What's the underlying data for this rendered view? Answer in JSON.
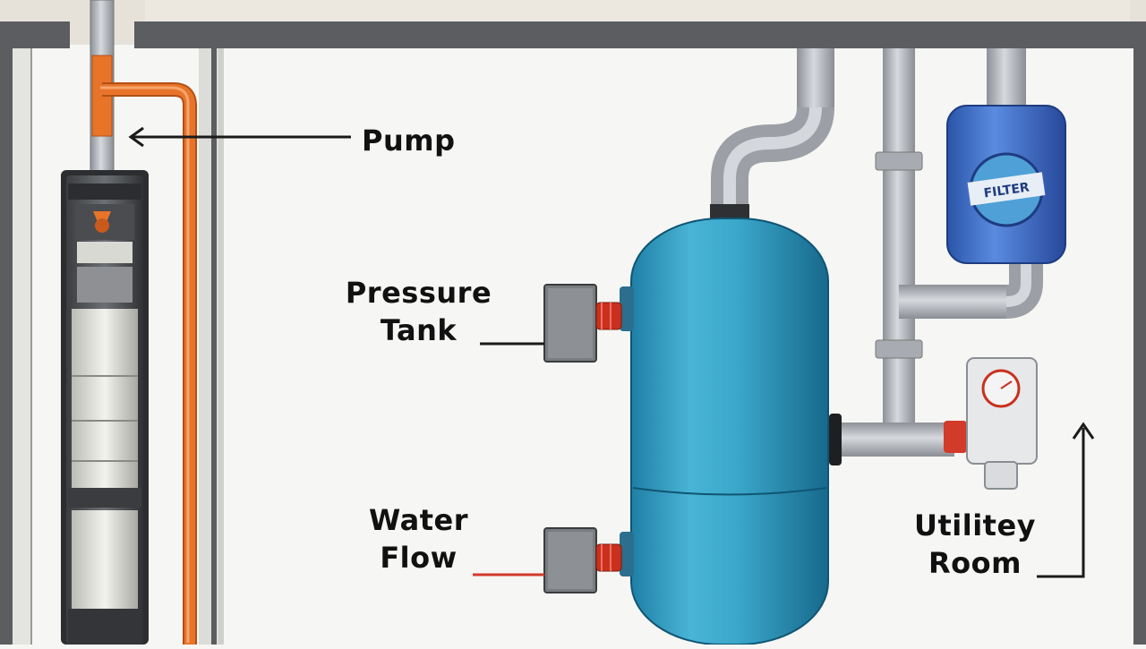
{
  "labels": {
    "pump": "Pump",
    "pressure_tank": [
      "Pressure",
      "Tank"
    ],
    "water_flow": [
      "Water",
      "Flow"
    ],
    "utility_room": [
      "Utilitey",
      "Room"
    ]
  },
  "filter_label": "FILTER",
  "colors": {
    "wall": "#5b5d60",
    "ceiling": "#e6e2da",
    "well_pipe": "#e8742a",
    "pressure_tank": "#3aa6c9",
    "filter_tank": "#3d6fc4",
    "pipe": "#b8bcc2",
    "arrow": "#1a1a1a",
    "flow_line": "#d23a2a"
  },
  "icons": [
    "pump-unit",
    "pressure-tank",
    "pressure-switch",
    "filter-housing",
    "pressure-gauge",
    "arrow"
  ]
}
